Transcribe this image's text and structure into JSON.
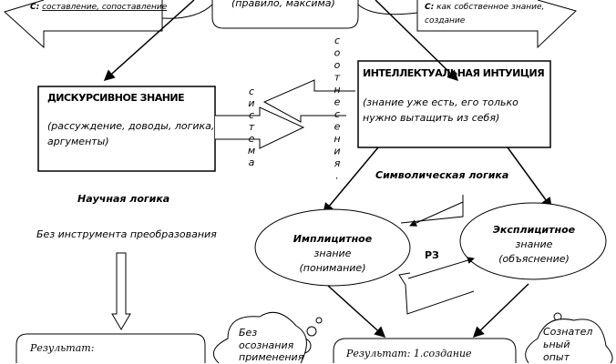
{
  "top_left_callout": {
    "prefix": "С:",
    "text": "составление, сопоставление"
  },
  "top_center_box": {
    "text": "(правило, максима)"
  },
  "top_right_callout": {
    "prefix": "С:",
    "line1": "как собственное знание,",
    "line2": "создание"
  },
  "discursive": {
    "title": "ДИСКУРСИВНОЕ ЗНАНИЕ",
    "line1": "(рассуждение, доводы, логика,",
    "line2": "аргументы)"
  },
  "intuition": {
    "title": "ИНТЕЛЛЕКТУАЛЬНАЯ ИНТУИЦИЯ",
    "line1": "(знание уже есть, его только",
    "line2": "нужно вытащить из себя)"
  },
  "vertical_sistema": [
    "с",
    "и",
    "с",
    "т",
    "е",
    "м",
    "а"
  ],
  "vertical_sootnesenia": [
    "с",
    "о",
    "о",
    "т",
    "н",
    "е",
    "с",
    "е",
    "н",
    "и",
    "я",
    "."
  ],
  "labels": {
    "symbolic_logic": "Символическая логика",
    "scientific_logic": "Научная логика",
    "no_instrument": "Без инструмента преобразования",
    "rz": "РЗ"
  },
  "implicit": {
    "line1": "Имплицитное",
    "line2": "знание",
    "line3": "(понимание)"
  },
  "explicit": {
    "line1": "Эксплицитное",
    "line2": "знание",
    "line3": "(объяснение)"
  },
  "cloud_left": {
    "line1": "Без",
    "line2": "осознания",
    "line3": "применения"
  },
  "cloud_right": {
    "line1": "Сознател",
    "line2": "ьный",
    "line3": "опыт"
  },
  "result_left": {
    "text": "Результат:"
  },
  "result_center": {
    "text": "Результат: 1.создание"
  }
}
